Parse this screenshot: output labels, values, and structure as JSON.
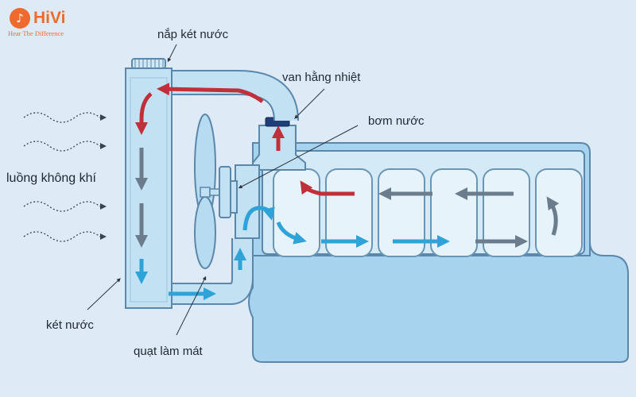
{
  "brand": {
    "name": "HiVi",
    "tagline": "Hear The Difference",
    "color": "#ef6a2c"
  },
  "labels": {
    "radiator_cap": "nắp két nước",
    "thermostat": "van hằng nhiệt",
    "water_pump": "bơm nước",
    "airflow": "luồng không khí",
    "radiator": "két nước",
    "cooling_fan": "quạt làm mát"
  },
  "colors": {
    "background": "#deebf6",
    "hot_flow": "#c0303a",
    "cooling_flow": "#6b7d8d",
    "cold_flow": "#2fa2d8",
    "component_fill": "#c2e1f3",
    "component_stroke": "#5b88aa"
  }
}
